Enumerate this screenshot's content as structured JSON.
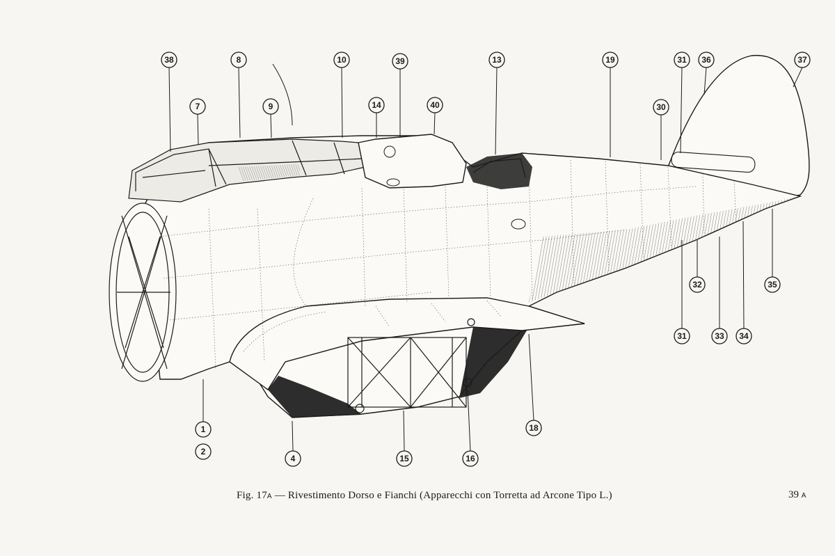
{
  "figure": {
    "label": "Fig. 17",
    "label_suffix": "A",
    "caption": "— Rivestimento Dorso e Fianchi (Apparecchi con Torretta ad Arcone Tipo L.)"
  },
  "page": {
    "number": "39",
    "suffix": "A"
  },
  "callouts": [
    "38",
    "8",
    "7",
    "9",
    "10",
    "39",
    "14",
    "40",
    "13",
    "19",
    "30",
    "31",
    "36",
    "37",
    "32",
    "35",
    "31",
    "33",
    "34",
    "18",
    "16",
    "15",
    "4",
    "1",
    "2"
  ]
}
